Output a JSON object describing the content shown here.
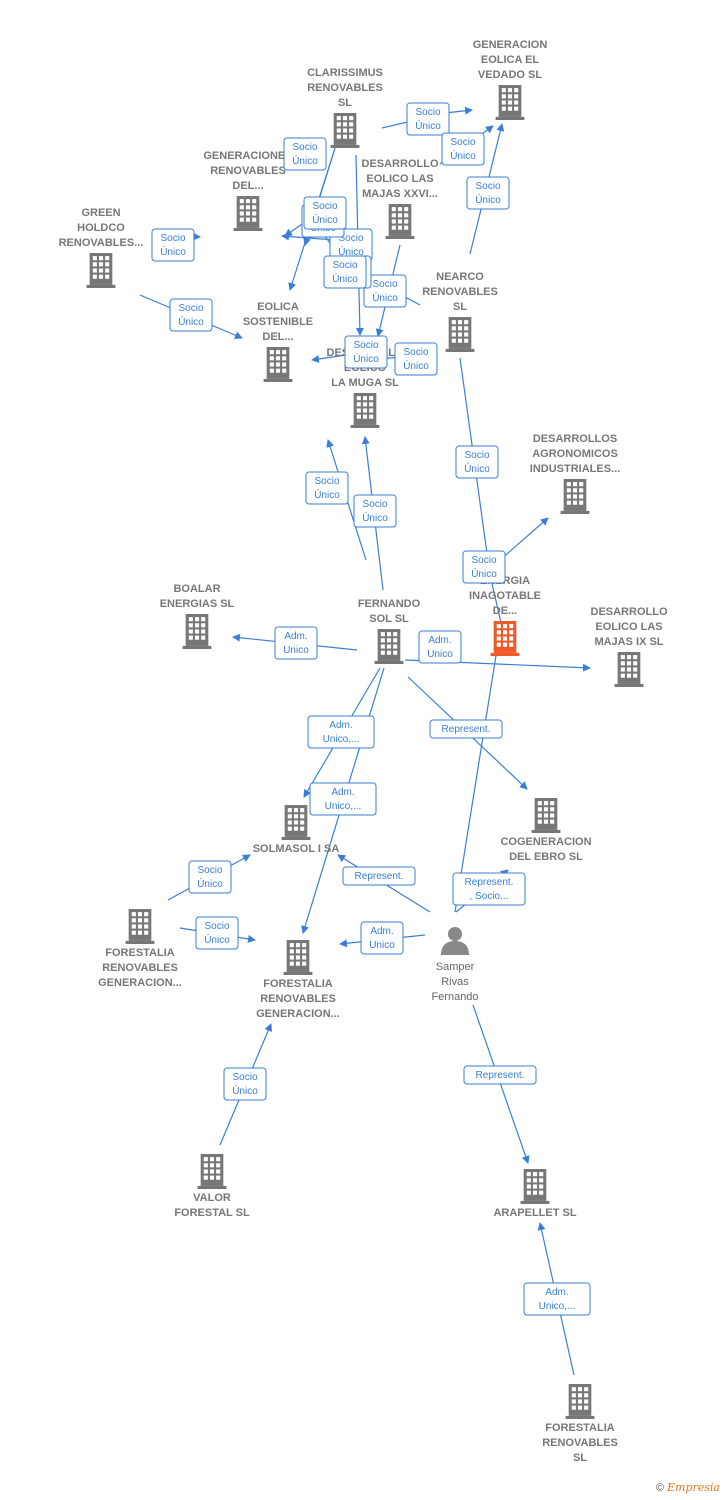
{
  "nodes": [
    {
      "id": "clarissimus",
      "type": "company",
      "label": [
        "CLARISSIMUS",
        "RENOVABLES",
        "SL"
      ]
    },
    {
      "id": "gen_vedado",
      "type": "company",
      "label": [
        "GENERACION",
        "EOLICA EL",
        "VEDADO SL"
      ]
    },
    {
      "id": "gen_renov_del",
      "type": "company",
      "label": [
        "GENERACIONES",
        "RENOVABLES",
        "DEL..."
      ]
    },
    {
      "id": "des_majas_xxvi",
      "type": "company",
      "label": [
        "DESARROLLO",
        "EOLICO LAS",
        "MAJAS XXVI..."
      ]
    },
    {
      "id": "green_holdco",
      "type": "company",
      "label": [
        "GREEN",
        "HOLDCO",
        "RENOVABLES..."
      ]
    },
    {
      "id": "nearco",
      "type": "company",
      "label": [
        "NEARCO",
        "RENOVABLES",
        "SL"
      ]
    },
    {
      "id": "eolica_sostenible",
      "type": "company",
      "label": [
        "EOLICA",
        "SOSTENIBLE",
        "DEL..."
      ]
    },
    {
      "id": "des_muga",
      "type": "company",
      "label": [
        "DESARROLLO",
        "EOLICO",
        "LA MUGA SL"
      ]
    },
    {
      "id": "des_agronomicos",
      "type": "company",
      "label": [
        "DESARROLLOS",
        "AGRONOMICOS",
        "INDUSTRIALES..."
      ]
    },
    {
      "id": "boalar",
      "type": "company",
      "label": [
        "BOALAR",
        "ENERGIAS  SL"
      ]
    },
    {
      "id": "fernando_sol",
      "type": "company",
      "label": [
        "FERNANDO",
        "SOL SL"
      ]
    },
    {
      "id": "energia_inagotable",
      "type": "company",
      "label": [
        "ENERGIA",
        "INAGOTABLE",
        "DE..."
      ],
      "highlight": true
    },
    {
      "id": "des_majas_ix",
      "type": "company",
      "label": [
        "DESARROLLO",
        "EOLICO LAS",
        "MAJAS IX  SL"
      ]
    },
    {
      "id": "solmasol",
      "type": "company",
      "label": [
        "SOLMASOL I SA"
      ]
    },
    {
      "id": "cogeneracion_ebro",
      "type": "company",
      "label": [
        "COGENERACION",
        "DEL EBRO  SL"
      ]
    },
    {
      "id": "forestalia_gen_left",
      "type": "company",
      "label": [
        "FORESTALIA",
        "RENOVABLES",
        "GENERACION..."
      ]
    },
    {
      "id": "forestalia_gen_mid",
      "type": "company",
      "label": [
        "FORESTALIA",
        "RENOVABLES",
        "GENERACION..."
      ]
    },
    {
      "id": "samper",
      "type": "person",
      "label": [
        "Samper",
        "Rivas",
        "Fernando"
      ]
    },
    {
      "id": "valor_forestal",
      "type": "company",
      "label": [
        "VALOR",
        "FORESTAL SL"
      ]
    },
    {
      "id": "arapellet",
      "type": "company",
      "label": [
        "ARAPELLET  SL"
      ]
    },
    {
      "id": "forestalia_sl",
      "type": "company",
      "label": [
        "FORESTALIA",
        "RENOVABLES",
        "SL"
      ]
    }
  ],
  "edges": [
    {
      "label": [
        "Socio",
        "Único"
      ]
    },
    {
      "label": [
        "Socio",
        "Único"
      ]
    },
    {
      "label": [
        "Socio",
        "Único"
      ]
    },
    {
      "label": [
        "Socio",
        "Único"
      ]
    },
    {
      "label": [
        "Socio",
        "Único"
      ]
    },
    {
      "label": [
        "Socio",
        "Único"
      ]
    },
    {
      "label": [
        "Socio",
        "Único"
      ]
    },
    {
      "label": [
        "Socio",
        "Único"
      ]
    },
    {
      "label": [
        "Socio",
        "Único"
      ]
    },
    {
      "label": [
        "Socio",
        "Único"
      ]
    },
    {
      "label": [
        "Socio",
        "Único"
      ]
    },
    {
      "label": [
        "Socio",
        "Único"
      ]
    },
    {
      "label": [
        "Socio",
        "Único"
      ]
    },
    {
      "label": [
        "Socio",
        "Único"
      ]
    },
    {
      "label": [
        "Socio",
        "Único"
      ]
    },
    {
      "label": [
        "Socio",
        "Único"
      ]
    },
    {
      "label": [
        "Socio",
        "Único"
      ]
    },
    {
      "label": [
        "Socio",
        "Único"
      ]
    },
    {
      "label": [
        "Socio",
        "Único"
      ]
    },
    {
      "label": [
        "Adm.",
        "Unico"
      ]
    },
    {
      "label": [
        "Socio",
        "Único"
      ]
    },
    {
      "label": [
        "Adm.",
        "Unico"
      ]
    },
    {
      "label": [
        "Adm.",
        "Unico,..."
      ]
    },
    {
      "label": [
        "Adm.",
        "Unico,..."
      ]
    },
    {
      "label": [
        "Represent."
      ]
    },
    {
      "label": [
        "Socio",
        "Único"
      ]
    },
    {
      "label": [
        "Socio",
        "Único"
      ]
    },
    {
      "label": [
        "Represent."
      ]
    },
    {
      "label": [
        "Represent.",
        ", Socio..."
      ]
    },
    {
      "label": [
        "Adm.",
        "Unico"
      ]
    },
    {
      "label": [
        "Socio",
        "Único"
      ]
    },
    {
      "label": [
        "Represent."
      ]
    },
    {
      "label": [
        "Adm.",
        "Unico,..."
      ]
    }
  ],
  "colors": {
    "edge": "#3a7fd5",
    "building": "#777777",
    "highlight": "#f05a28",
    "person": "#888888"
  },
  "footer": {
    "copyright": "©",
    "brand": "Empresia"
  }
}
